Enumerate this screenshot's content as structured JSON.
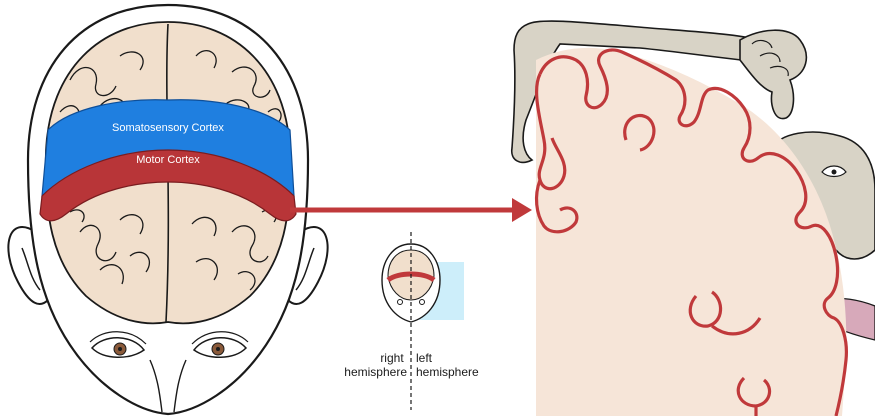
{
  "labels": {
    "somatosensory": "Somatosensory Cortex",
    "motor": "Motor Cortex",
    "right_hemisphere": [
      "right",
      "hemisphere"
    ],
    "left_hemisphere": [
      "left",
      "hemisphere"
    ]
  },
  "colors": {
    "skin_outline": "#1a1a1a",
    "brain_fill": "#f1dfcc",
    "somatosensory_band": "#1f7fe0",
    "motor_band": "#b83538",
    "arrow": "#c0393b",
    "cortex_section_fill": "#f6e5d8",
    "homunculus_fill": "#d8d3c6",
    "tongue_fill": "#d7a9ba",
    "highlight_box": "#cdeefa",
    "iris": "#8a5a3a"
  },
  "icons": {
    "main_head": "head-with-brain-icon",
    "mini_head": "mini-head-icon",
    "homunculus": "motor-homunculus-icon"
  }
}
